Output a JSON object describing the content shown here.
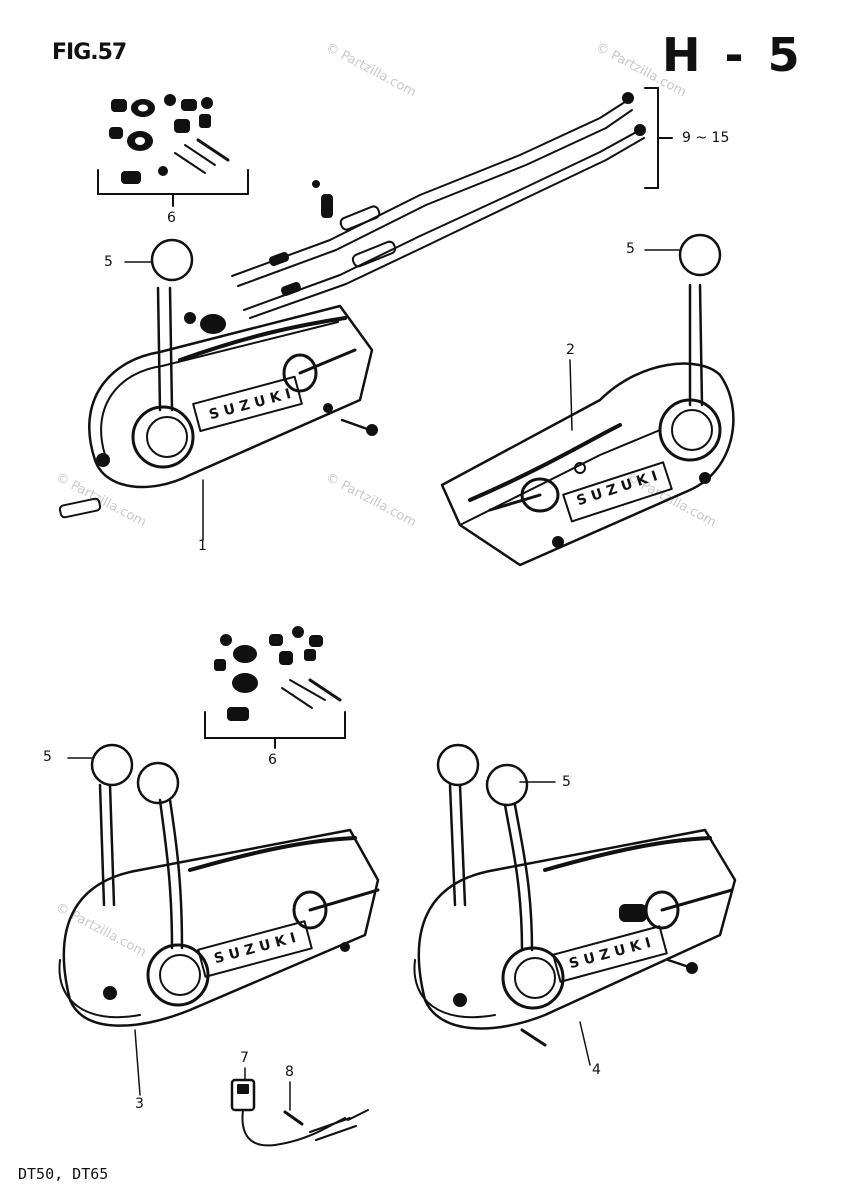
{
  "header": {
    "figure_label": "FIG.57",
    "page_code": "H - 5"
  },
  "footer": {
    "models": "DT50, DT65"
  },
  "callouts": {
    "c1": "1",
    "c2": "2",
    "c3": "3",
    "c4": "4",
    "c5a": "5",
    "c5b": "5",
    "c5c": "5",
    "c5d": "5",
    "c6a": "6",
    "c6b": "6",
    "c7": "7",
    "c8": "8",
    "c9_15": "9 ~ 15"
  },
  "brand_plate": "SUZUKI",
  "watermark": "© Partzilla.com",
  "colors": {
    "ink": "#111111",
    "paper": "#ffffff",
    "watermark": "#c9c9c9"
  }
}
